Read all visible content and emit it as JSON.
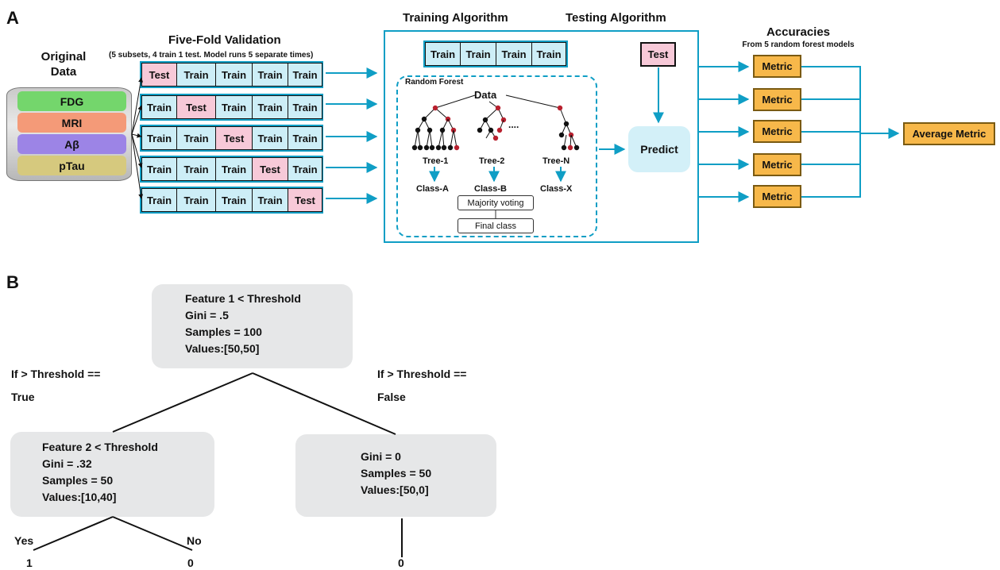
{
  "panel_a": {
    "letter": "A",
    "original_data": {
      "title_line1": "Original",
      "title_line2": "Data",
      "layers": [
        "FDG",
        "MRI",
        "Aβ",
        "pTau"
      ],
      "layer_colors": [
        "#74d66c",
        "#f49a78",
        "#9c84e6",
        "#d6c97e"
      ]
    },
    "five_fold": {
      "title": "Five-Fold Validation",
      "subtitle": "(5 subsets, 4 train 1 test. Model runs 5 separate times)",
      "rows": [
        [
          "Test",
          "Train",
          "Train",
          "Train",
          "Train"
        ],
        [
          "Train",
          "Test",
          "Train",
          "Train",
          "Train"
        ],
        [
          "Train",
          "Train",
          "Test",
          "Train",
          "Train"
        ],
        [
          "Train",
          "Train",
          "Train",
          "Test",
          "Train"
        ],
        [
          "Train",
          "Train",
          "Train",
          "Train",
          "Test"
        ]
      ]
    },
    "training": {
      "title": "Training Algorithm",
      "cells": [
        "Train",
        "Train",
        "Train",
        "Train"
      ],
      "random_forest_label": "Random Forest",
      "data_label": "Data",
      "trees": [
        "Tree-1",
        "Tree-2",
        "Tree-N"
      ],
      "ellipsis": "....",
      "classes": [
        "Class-A",
        "Class-B",
        "Class-X"
      ],
      "majority_voting": "Majority voting",
      "final_class": "Final class"
    },
    "testing": {
      "title": "Testing Algorithm",
      "test_label": "Test",
      "predict_label": "Predict"
    },
    "accuracies": {
      "title": "Accuracies",
      "subtitle": "From 5 random forest models",
      "metrics": [
        "Metric",
        "Metric",
        "Metric",
        "Metric",
        "Metric"
      ],
      "average": "Average Metric"
    },
    "colors": {
      "accent": "#0f9ec5",
      "train": "#cdeef7",
      "test": "#f7c9d8",
      "metric": "#f7b84a",
      "predict": "#d3f0f8",
      "red_node": "#b8202e"
    }
  },
  "panel_b": {
    "letter": "B",
    "root": [
      "Feature 1 < Threshold",
      "Gini = .5",
      "Samples = 100",
      "Values:[50,50]"
    ],
    "left": [
      "Feature 2 < Threshold",
      "Gini = .32",
      "Samples = 50",
      "Values:[10,40]"
    ],
    "right": [
      "Gini = 0",
      "Samples = 50",
      "Values:[50,0]"
    ],
    "true_label_1": "If > Threshold ==",
    "true_label_2": "True",
    "false_label_1": "If > Threshold ==",
    "false_label_2": "False",
    "yes": "Yes",
    "no": "No",
    "leaf_left": "1",
    "leaf_mid": "0",
    "leaf_right": "0"
  }
}
